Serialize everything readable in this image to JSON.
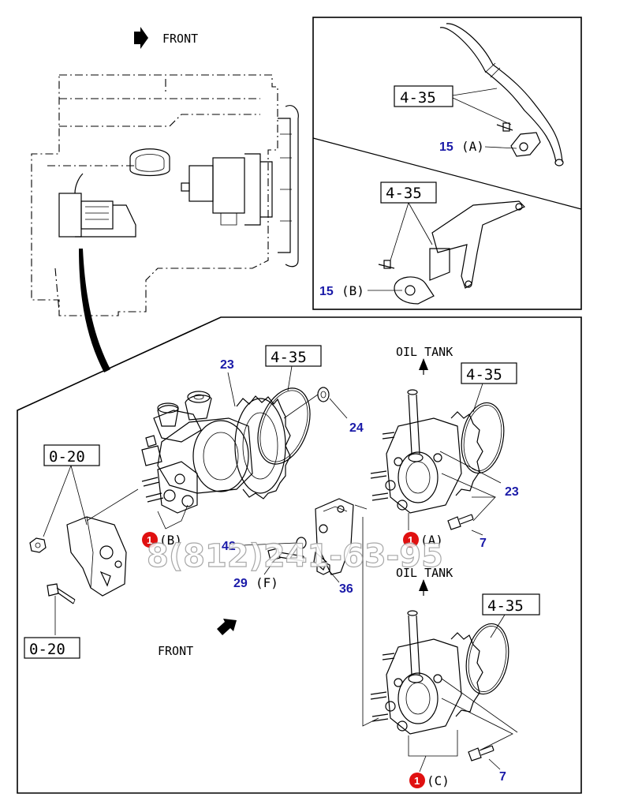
{
  "labels": {
    "front_top": "FRONT",
    "front_bottom": "FRONT",
    "oil_tank_1": "OIL TANK",
    "oil_tank_2": "OIL TANK",
    "ref_4_35": "4-35",
    "ref_0_20": "0-20"
  },
  "callouts": {
    "p23a": "23",
    "p24": "24",
    "p23b": "23",
    "p7a": "7",
    "p7b": "7",
    "p42": "42",
    "p29": "29",
    "p29_suffix": "(F)",
    "p36": "36",
    "p15a": "15",
    "p15a_suffix": "(A)",
    "p15b": "15",
    "p15b_suffix": "(B)",
    "p1b_suffix": "(B)",
    "p1a_suffix": "(A)",
    "p1c_suffix": "(C)"
  },
  "badge": {
    "number": "1",
    "color": "#e01010"
  },
  "colors": {
    "callout": "#1a1aa8",
    "line": "#000000"
  },
  "watermark": "8(812)241-63-95"
}
